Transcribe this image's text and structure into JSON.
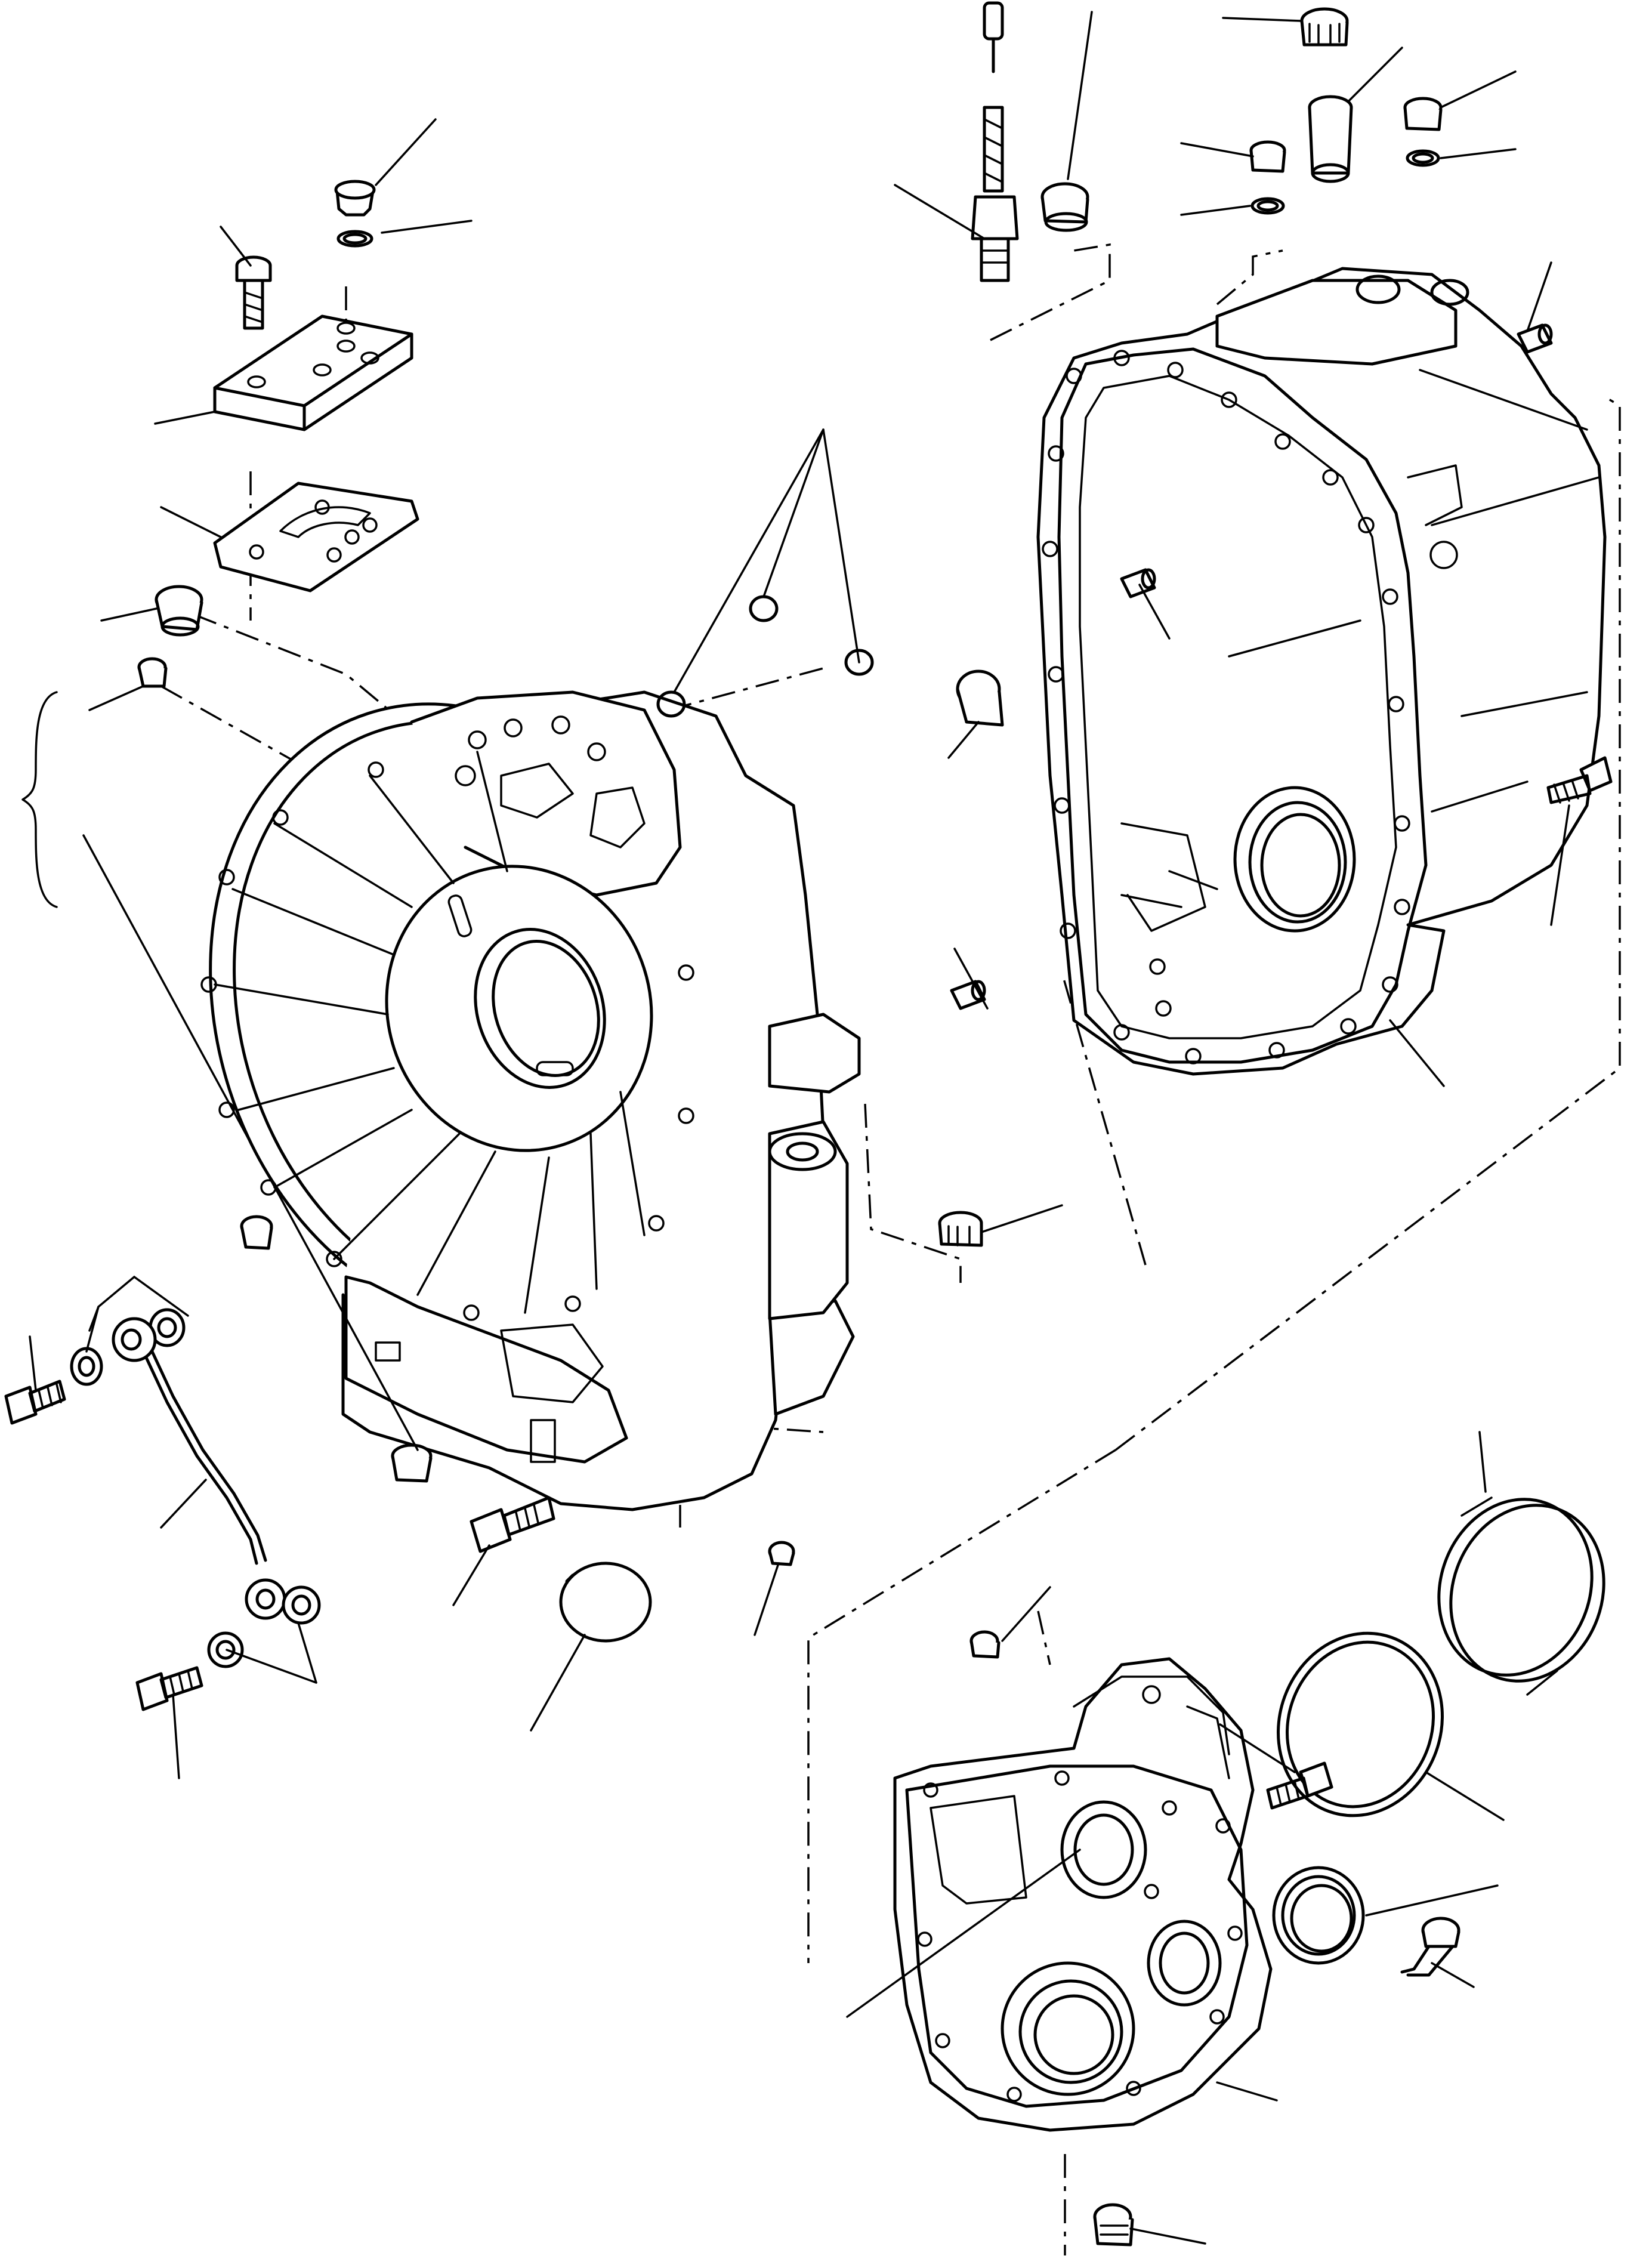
{
  "diagram": {
    "kind": "exploded-parts-view",
    "line_color": "#000000",
    "background_color": "#ffffff",
    "components": [
      "clutch-housing",
      "transmission-rear-housing",
      "output-cover",
      "valve-cover-plate",
      "gasket-plate",
      "sender-unit",
      "ground-strap",
      "end-cap",
      "o-ring-large",
      "shaft-seal"
    ]
  }
}
